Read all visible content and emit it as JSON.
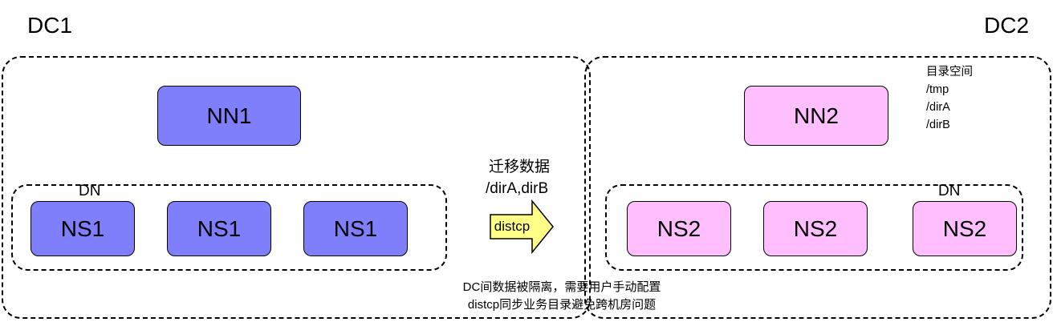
{
  "dc1": {
    "title": "DC1",
    "nn": "NN1",
    "dn_label": "DN",
    "ns": [
      "NS1",
      "NS1",
      "NS1"
    ]
  },
  "dc2": {
    "title": "DC2",
    "nn": "NN2",
    "dn_label": "DN",
    "ns": [
      "NS2",
      "NS2",
      "NS2"
    ],
    "namespace": {
      "title": "目录空间",
      "dirs": [
        "/tmp",
        "/dirA",
        "/dirB"
      ]
    }
  },
  "migration": {
    "title": "迁移数据",
    "dirs": "/dirA,dirB",
    "tool": "distcp"
  },
  "note": {
    "line1": "DC间数据被隔离，需要用户手动配置",
    "line2": "distcp同步业务目录避免跨机房问题"
  },
  "colors": {
    "dc1_node": "#7f7ffc",
    "dc2_node": "#ffbfff",
    "arrow": "#ffff88"
  }
}
